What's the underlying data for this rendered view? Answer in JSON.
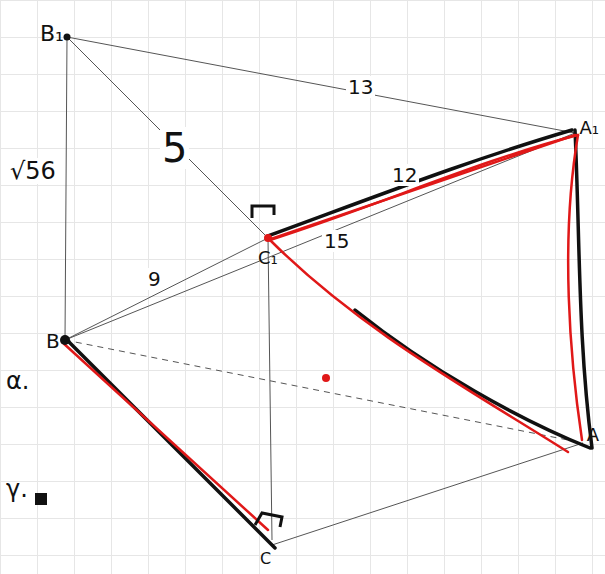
{
  "diagram": {
    "labels": [
      "B₁",
      "13",
      "5",
      "√56",
      "12",
      "15",
      "9",
      "A₁",
      "C₁",
      "B",
      "A",
      "C",
      "α.",
      "γ."
    ]
  }
}
